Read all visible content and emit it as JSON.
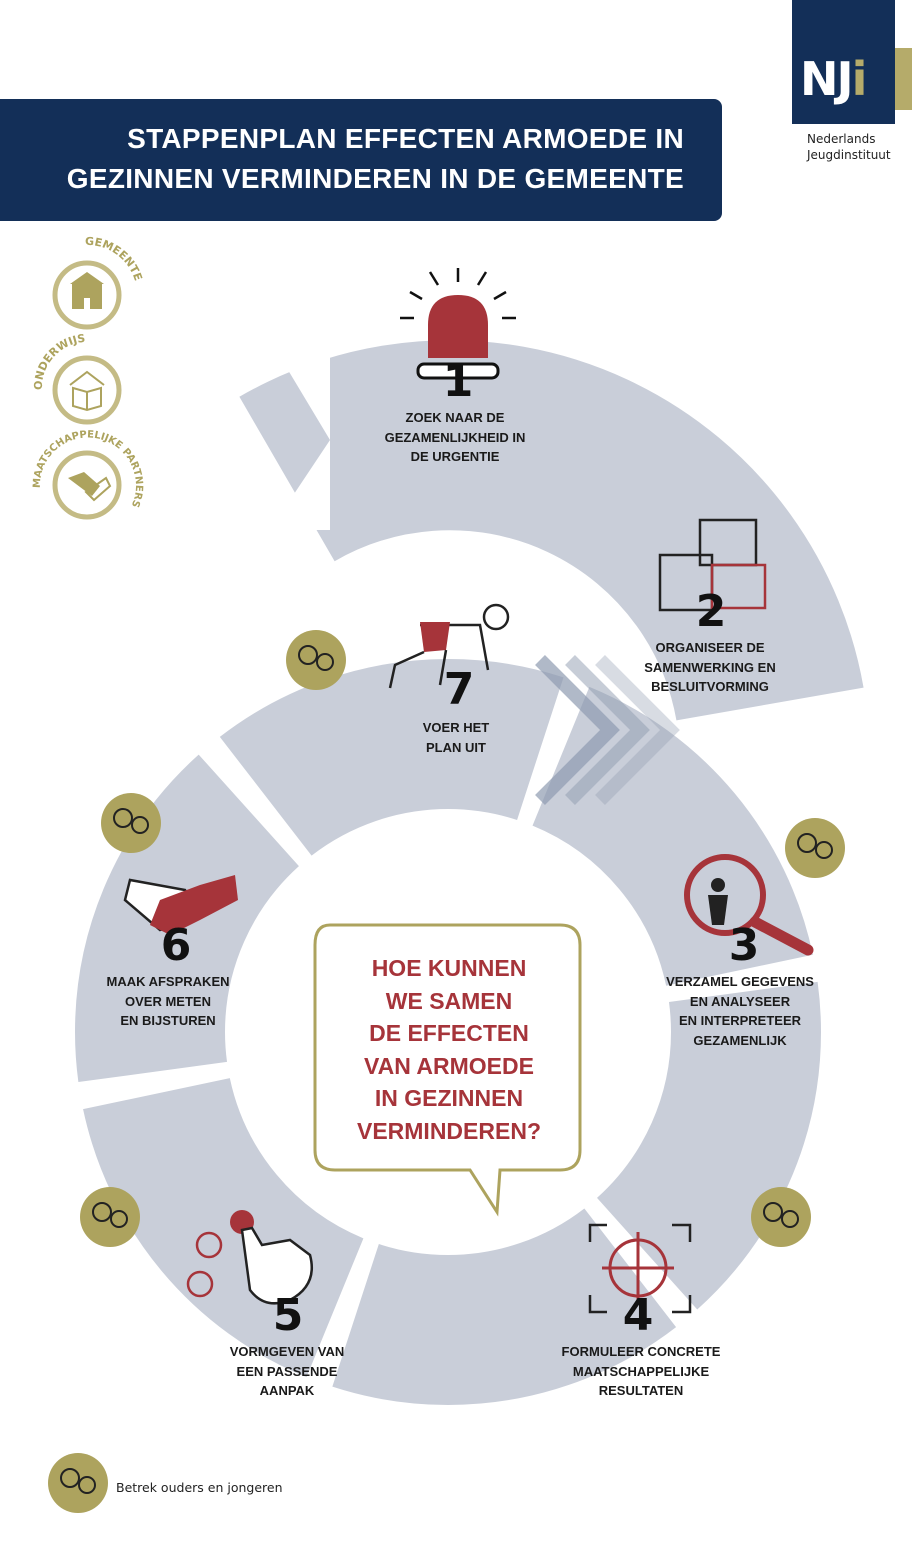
{
  "header": {
    "title_line1": "STAPPENPLAN EFFECTEN ARMOEDE IN",
    "title_line2": "GEZINNEN VERMINDEREN IN DE GEMEENTE"
  },
  "logo": {
    "mark": "NJi",
    "org_line1": "Nederlands",
    "org_line2": "Jeugdinstituut"
  },
  "stakeholders": [
    {
      "label": "GEMEENTE",
      "icon": "town-hall-icon"
    },
    {
      "label": "ONDERWIJS",
      "icon": "book-house-icon"
    },
    {
      "label": "MAATSCHAPPELIJKE PARTNERS",
      "icon": "handshake-icon"
    }
  ],
  "steps": [
    {
      "number": "1",
      "lines": [
        "ZOEK NAAR DE",
        "GEZAMENLIJKHEID IN",
        "DE URGENTIE"
      ],
      "icon": "siren-icon"
    },
    {
      "number": "2",
      "lines": [
        "ORGANISEER DE",
        "SAMENWERKING EN",
        "BESLUITVORMING"
      ],
      "icon": "puzzle-icon"
    },
    {
      "number": "3",
      "lines": [
        "VERZAMEL GEGEVENS",
        "EN ANALYSEER",
        "EN INTERPRETEER",
        "GEZAMENLIJK"
      ],
      "icon": "magnifier-icon"
    },
    {
      "number": "4",
      "lines": [
        "FORMULEER CONCRETE",
        "MAATSCHAPPELIJKE",
        "RESULTATEN"
      ],
      "icon": "target-icon"
    },
    {
      "number": "5",
      "lines": [
        "VORMGEVEN VAN",
        "EEN PASSENDE",
        "AANPAK"
      ],
      "icon": "hand-gears-icon"
    },
    {
      "number": "6",
      "lines": [
        "MAAK AFSPRAKEN",
        "OVER METEN",
        "EN BIJSTUREN"
      ],
      "icon": "handshake-icon"
    },
    {
      "number": "7",
      "lines": [
        "VOER HET",
        "PLAN UIT"
      ],
      "icon": "runner-icon"
    }
  ],
  "center_question": [
    "HOE KUNNEN",
    "WE SAMEN",
    "DE EFFECTEN",
    "VAN ARMOEDE",
    "IN GEZINNEN",
    "VERMINDEREN?"
  ],
  "legend": {
    "label": "Betrek ouders en jongeren",
    "icon": "parents-youth-icon"
  },
  "colors": {
    "navy": "#132f58",
    "olive": "#b5ab6a",
    "red": "#a6343a",
    "arrow_gray": "#c9ced9"
  }
}
